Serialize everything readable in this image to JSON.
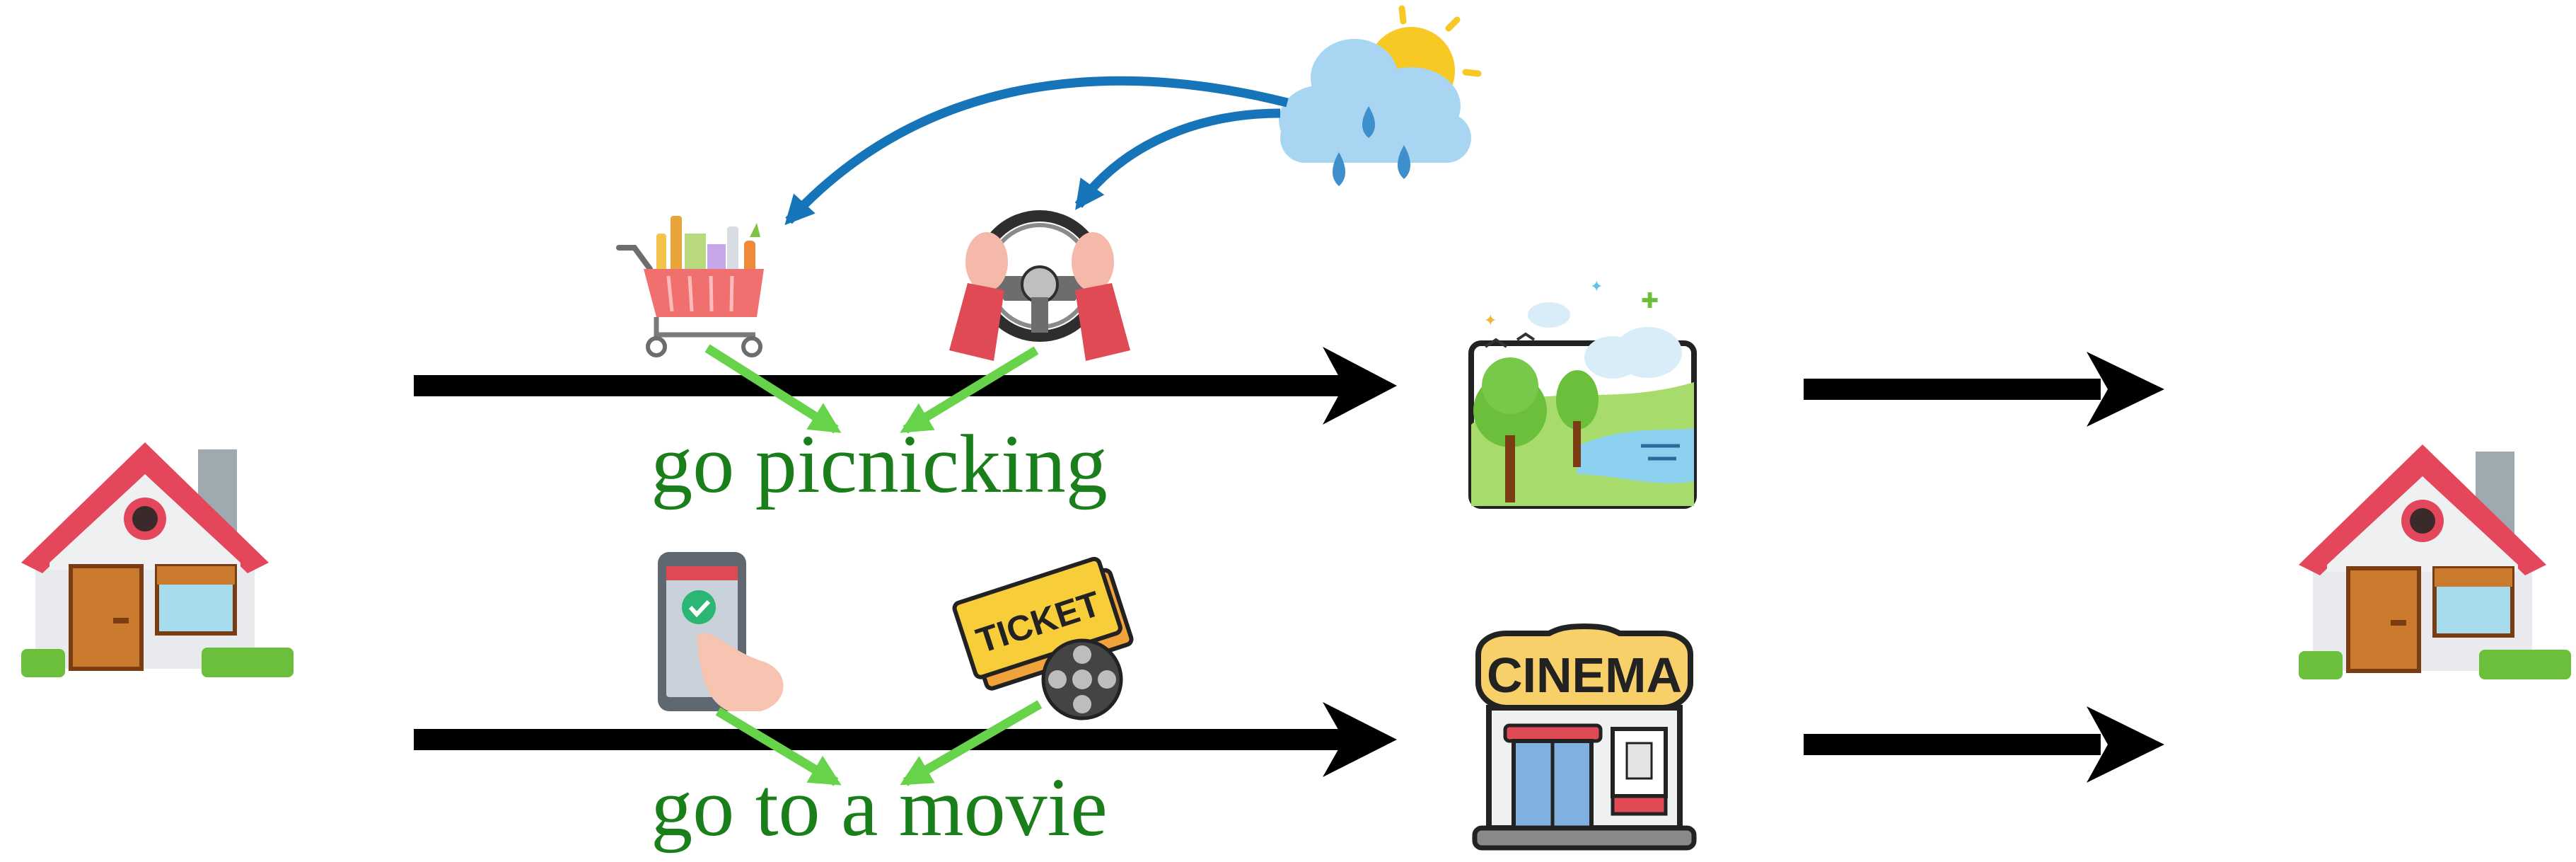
{
  "activities": [
    {
      "id": "picnic",
      "label": "go picnicking",
      "destination_icon": "park-landscape-icon",
      "step_icons": [
        "shopping-cart-icon",
        "steering-wheel-icon"
      ]
    },
    {
      "id": "movie",
      "label": "go to a movie",
      "destination_icon": "cinema-building-icon",
      "step_icons": [
        "phone-booking-icon",
        "movie-ticket-icon"
      ]
    }
  ],
  "cinema_sign": "CINEMA",
  "ticket_text": "TICKET",
  "weather_icon": "sun-cloud-rain-icon",
  "home_icon": "house-icon",
  "colors": {
    "label": "#1a7f1a",
    "step_arrow": "#66d34a",
    "weather_arrow": "#1575b8",
    "main_arrow": "#000000"
  }
}
